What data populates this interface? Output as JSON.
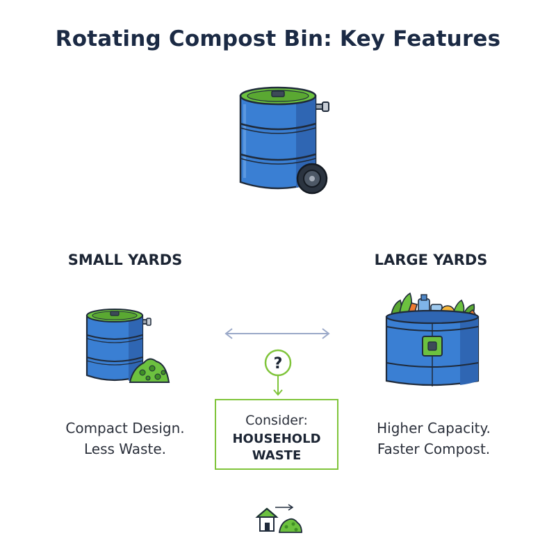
{
  "title": "Rotating Compost Bin: Key Features",
  "left": {
    "heading": "SMALL YARDS",
    "line1": "Compact Design.",
    "line2": "Less Waste."
  },
  "right": {
    "heading": "LARGE YARDS",
    "line1": "Higher Capacity.",
    "line2": "Faster Compost."
  },
  "center": {
    "question_mark": "?",
    "consider": "Consider:",
    "factor_line1": "HOUSEHOLD",
    "factor_line2": "WASTE"
  },
  "icons": {
    "main": "rotating-compost-bin-icon",
    "small": "small-compost-bin-icon",
    "large": "large-compost-bin-icon",
    "compare": "double-arrow-icon",
    "question": "question-icon",
    "footer": "house-to-compost-icon"
  },
  "colors": {
    "bin_blue": "#3a7fd3",
    "bin_dark": "#1f3a66",
    "lid_green": "#6cc13f",
    "accent_green": "#7fc43a",
    "arrow_gray": "#9aa8c8"
  }
}
